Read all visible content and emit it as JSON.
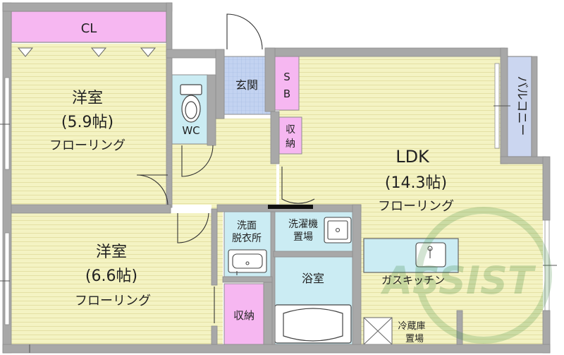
{
  "rooms": {
    "closet_top": "CL",
    "bedroom1": {
      "name": "洋室",
      "size": "(5.9帖)",
      "floor": "フローリング"
    },
    "bedroom2": {
      "name": "洋室",
      "size": "(6.6帖)",
      "floor": "フローリング"
    },
    "ldk": {
      "name": "LDK",
      "size": "(14.3帖)",
      "floor": "フローリング"
    },
    "wc": "WC",
    "entrance": "玄関",
    "shoe_box": [
      "S",
      "B"
    ],
    "storage_small": [
      "収",
      "納"
    ],
    "washroom": [
      "洗面",
      "脱衣所"
    ],
    "washer": [
      "洗濯機",
      "置場"
    ],
    "bathroom": "浴室",
    "storage2": "収納",
    "kitchen": "ガスキッチン",
    "fridge": [
      "冷蔵庫",
      "置場"
    ],
    "balcony": "バルコニー"
  },
  "watermark": "ASSIST",
  "colors": {
    "floor": "#f4f3c3",
    "floor_line": "#e6e2a6",
    "storage": "#f6b7f1",
    "water": "#cbecf3",
    "entry": "#c3d3f1",
    "balcony": "#cbd6f0",
    "wall": "#a8a8a8",
    "wall_dark": "#8d8d8d"
  }
}
